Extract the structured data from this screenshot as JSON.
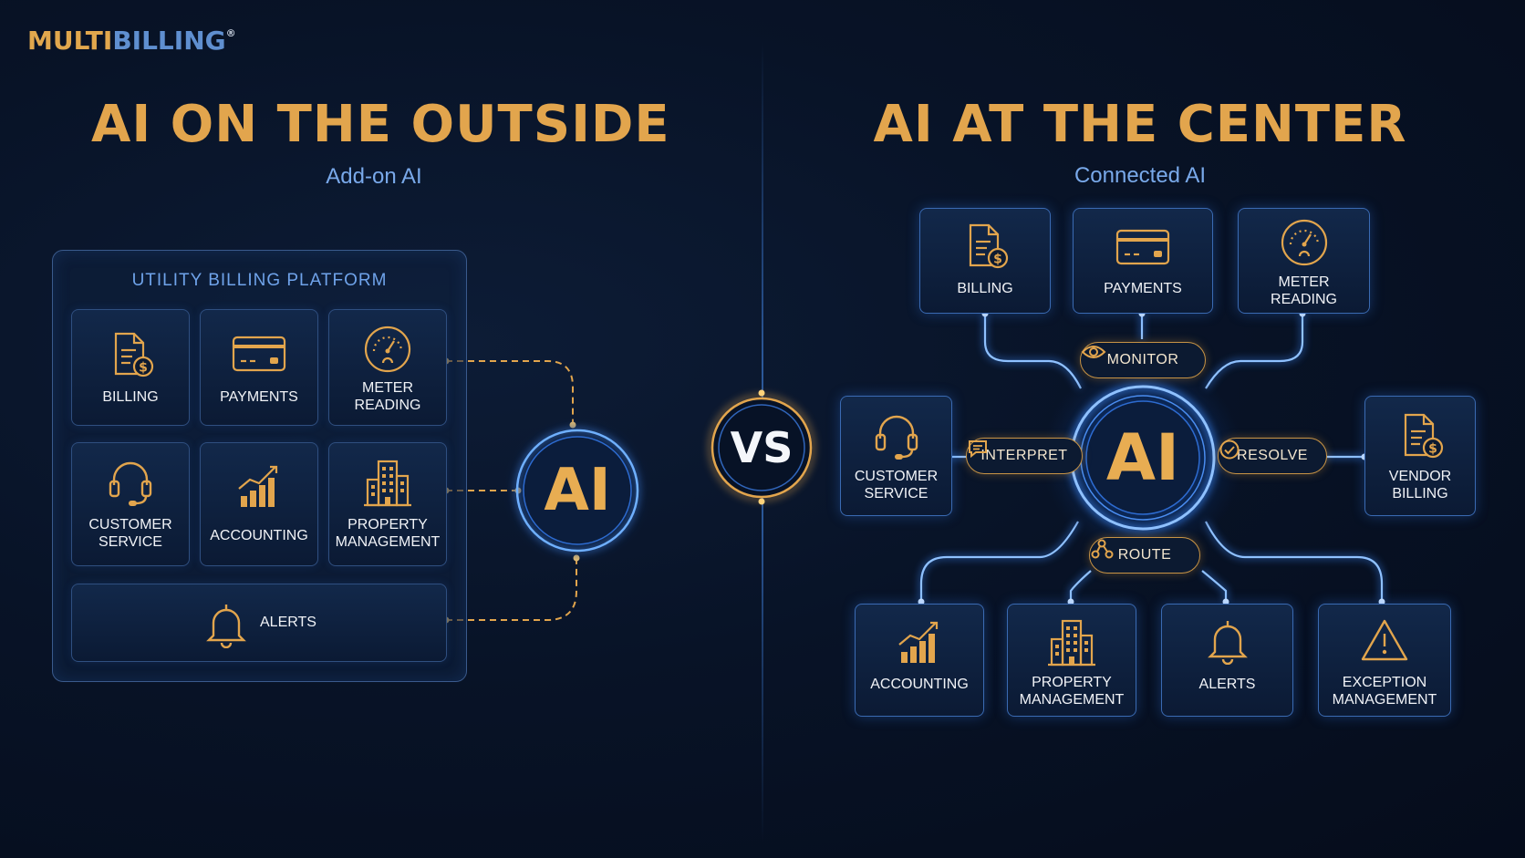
{
  "logo": {
    "part1": "MULTI",
    "part2": "BILLING",
    "mark": "®"
  },
  "left": {
    "title": "AI ON THE OUTSIDE",
    "subtitle": "Add-on AI",
    "platform_title": "UTILITY BILLING PLATFORM",
    "tiles": [
      {
        "label": "BILLING",
        "icon": "billing-document-icon"
      },
      {
        "label": "PAYMENTS",
        "icon": "credit-card-icon"
      },
      {
        "label": "METER\nREADING",
        "icon": "meter-gauge-icon"
      },
      {
        "label": "CUSTOMER\nSERVICE",
        "icon": "headset-icon"
      },
      {
        "label": "ACCOUNTING",
        "icon": "bar-chart-icon"
      },
      {
        "label": "PROPERTY\nMANAGEMENT",
        "icon": "building-icon"
      },
      {
        "label": "ALERTS",
        "icon": "bell-icon"
      }
    ],
    "ai_label": "AI"
  },
  "vs_label": "VS",
  "right": {
    "title": "AI AT THE CENTER",
    "subtitle": "Connected AI",
    "ai_label": "AI",
    "tiles": [
      {
        "label": "BILLING",
        "icon": "billing-document-icon"
      },
      {
        "label": "PAYMENTS",
        "icon": "credit-card-icon"
      },
      {
        "label": "METER\nREADING",
        "icon": "meter-gauge-icon"
      },
      {
        "label": "CUSTOMER\nSERVICE",
        "icon": "headset-icon"
      },
      {
        "label": "VENDOR\nBILLING",
        "icon": "billing-document-icon"
      },
      {
        "label": "ACCOUNTING",
        "icon": "bar-chart-icon"
      },
      {
        "label": "PROPERTY\nMANAGEMENT",
        "icon": "building-icon"
      },
      {
        "label": "ALERTS",
        "icon": "bell-icon"
      },
      {
        "label": "EXCEPTION\nMANAGEMENT",
        "icon": "warning-triangle-icon"
      }
    ],
    "actions": [
      {
        "label": "MONITOR",
        "icon": "eye-icon"
      },
      {
        "label": "INTERPRET",
        "icon": "chat-bubble-icon"
      },
      {
        "label": "RESOLVE",
        "icon": "check-circle-icon"
      },
      {
        "label": "ROUTE",
        "icon": "route-nodes-icon"
      }
    ]
  },
  "colors": {
    "gold": "#e2a54d",
    "blue_text": "#79a9ea",
    "glow_blue": "#4a8df0",
    "background": "#081327"
  }
}
